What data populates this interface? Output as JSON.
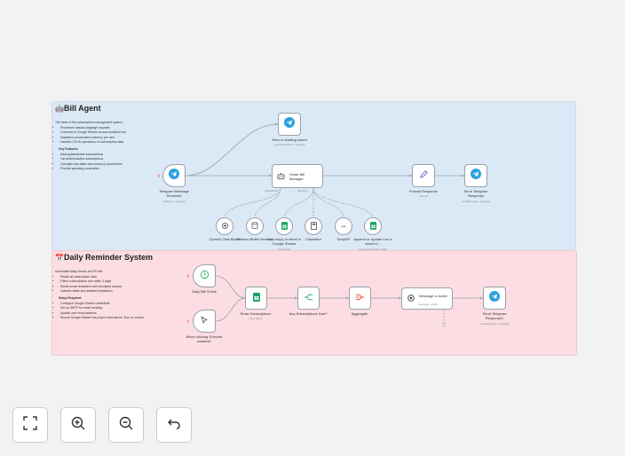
{
  "colors": {
    "telegram": "#2aa1de",
    "sheets": "#1ea362",
    "trigger": "#f0724b",
    "aggregate": "#e84a37",
    "if": "#2cb06b"
  },
  "bill": {
    "title": "Bill Agent",
    "desc": "The heart of this subscription management system:",
    "bullets": [
      "Processes natural language requests",
      "Connects to Google Sheets via sub-workflow tool",
      "Maintains conversation memory per user",
      "Handles CRUD operations on subscription data"
    ],
    "features_heading": "Key Features:",
    "features": [
      "Add/update/delete subscriptions",
      "List active/inactive subscriptions",
      "Calculate due dates and currency conversions",
      "Provide spending summaries"
    ]
  },
  "daily": {
    "title": "Daily Reminder System",
    "desc": "Automated daily checks at 6:00 AM:",
    "bullets": [
      "Reads all subscription data",
      "Filters subscriptions due within 3 days",
      "Sends email reminders with formatted content",
      "Includes totals and detailed breakdown"
    ],
    "setup_heading": "Setup Required:",
    "setup": [
      "Configure Google Sheets credentials",
      "Set up SMTP for email sending",
      "Update user email address",
      "Ensure Google Sheets has proper formulas for 'Due In' column"
    ]
  },
  "nodes": {
    "send_action": {
      "label": "Send a chatting action",
      "sub": "sendChatAction: message"
    },
    "tg_received": {
      "label": "Telegram Message Received",
      "sub": "Updates: message"
    },
    "smart_bill": {
      "label": "Smart Bill Manager"
    },
    "format_response": {
      "label": "Format Response",
      "sub": "manual"
    },
    "send_tg": {
      "label": "Send Telegram Response",
      "sub": "sendMessage: message"
    },
    "openai": {
      "label": "OpenAI Chat Model"
    },
    "memory": {
      "label": "Window Buffer Memory"
    },
    "get_rows": {
      "label": "Get row(s) in sheet in Google Sheets",
      "sub": "read: sheet"
    },
    "calculator": {
      "label": "Calculator"
    },
    "serpapi": {
      "label": "SerpAPI"
    },
    "append": {
      "label": "Append or update row in sheet in...",
      "sub": "appendOrUpdate: sheet"
    },
    "port_chat": "Chat Model*",
    "port_memory": "Memory",
    "port_tool": "Tool",
    "daily_check": {
      "label": "Daily Bill Check"
    },
    "manual": {
      "label": "When clicking 'Execute workflow'"
    },
    "read_subs": {
      "label": "Read Subscriptions",
      "sub": "read: sheet"
    },
    "any_due": {
      "label": "Any Subscriptions Due?"
    },
    "aggregate": {
      "label": "Aggregate"
    },
    "message_model": {
      "label": "Message a model",
      "sub": "message: model"
    },
    "send_tg2": {
      "label": "Send Telegram Response1",
      "sub": "sendMessage: message"
    }
  },
  "controls": [
    {
      "name": "fit-view-button",
      "icon": "fit-view-icon"
    },
    {
      "name": "zoom-in-button",
      "icon": "zoom-in-icon"
    },
    {
      "name": "zoom-out-button",
      "icon": "zoom-out-icon"
    },
    {
      "name": "reset-zoom-button",
      "icon": "undo-icon"
    }
  ]
}
